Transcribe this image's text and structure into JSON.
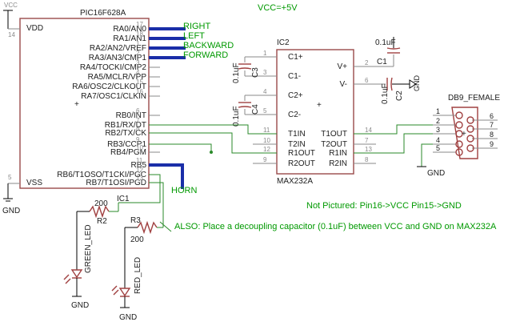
{
  "title": "VCC=+5V",
  "pic": {
    "name": "PIC16F628A",
    "ref": "IC1",
    "vdd": "VDD",
    "vss": "VSS",
    "vdd_pin": "14",
    "vss_pin": "5",
    "pins_right": [
      {
        "n": "17",
        "label": "RA0/AN0"
      },
      {
        "n": "18",
        "label": "RA1/AN1"
      },
      {
        "n": "1",
        "label": "RA2/AN2/VREF"
      },
      {
        "n": "2",
        "label": "RA3/AN3/CMP1"
      },
      {
        "n": "3",
        "label": "RA4/TOCKI/CMP2"
      },
      {
        "n": "4",
        "label": "RA5/MCLR/VPP"
      },
      {
        "n": "15",
        "label": "RA6/OSC2/CLKOUT"
      },
      {
        "n": "16",
        "label": "RA7/OSC1/CLKIN"
      },
      {
        "n": "6",
        "label": "RB0/INT"
      },
      {
        "n": "7",
        "label": "RB1/RX/DT"
      },
      {
        "n": "8",
        "label": "RB2/TX/CK"
      },
      {
        "n": "9",
        "label": "RB3/CCP1"
      },
      {
        "n": "10",
        "label": "RB4/PGM"
      },
      {
        "n": "11",
        "label": "RB5"
      },
      {
        "n": "12",
        "label": "RB6/T1OSO/T1CKI/PGC"
      },
      {
        "n": "13",
        "label": "RB7/T1OSI/PGD"
      }
    ]
  },
  "signals": [
    "RIGHT",
    "LEFT",
    "BACKWARD",
    "FORWARD",
    "HORN"
  ],
  "max": {
    "name": "MAX232A",
    "ref": "IC2",
    "left": [
      "C1+",
      "C1-",
      "C2+",
      "C2-",
      "T1IN",
      "T2IN",
      "R1OUT",
      "R2OUT"
    ],
    "right": [
      "V+",
      "V-",
      "T1OUT",
      "T2OUT",
      "R1IN",
      "R2IN"
    ],
    "left_pins": [
      "1",
      "3",
      "4",
      "5",
      "11",
      "10",
      "12",
      "9"
    ],
    "right_pins": [
      "2",
      "6",
      "14",
      "7",
      "13",
      "8"
    ]
  },
  "caps": [
    {
      "ref": "C1",
      "value": "0.1uF"
    },
    {
      "ref": "C2",
      "value": "0.1uF"
    },
    {
      "ref": "C3",
      "value": "0.1uF"
    },
    {
      "ref": "C4",
      "value": "0.1uF"
    }
  ],
  "plus": "+",
  "db9": {
    "name": "DB9_FEMALE",
    "pins": [
      "1",
      "2",
      "3",
      "4",
      "5",
      "6",
      "7",
      "8",
      "9"
    ]
  },
  "resistors": [
    {
      "ref": "R2",
      "value": "200"
    },
    {
      "ref": "R3",
      "value": "200"
    }
  ],
  "leds": [
    "GREEN_LED",
    "RED_LED"
  ],
  "power": {
    "vcc": "VCC",
    "gnd": "GND"
  },
  "notes": {
    "not_pictured": "Not Pictured: Pin16->VCC  Pin15->GND",
    "also": "ALSO: Place a decoupling capacitor (0.1uF) between VCC and GND on MAX232A"
  }
}
